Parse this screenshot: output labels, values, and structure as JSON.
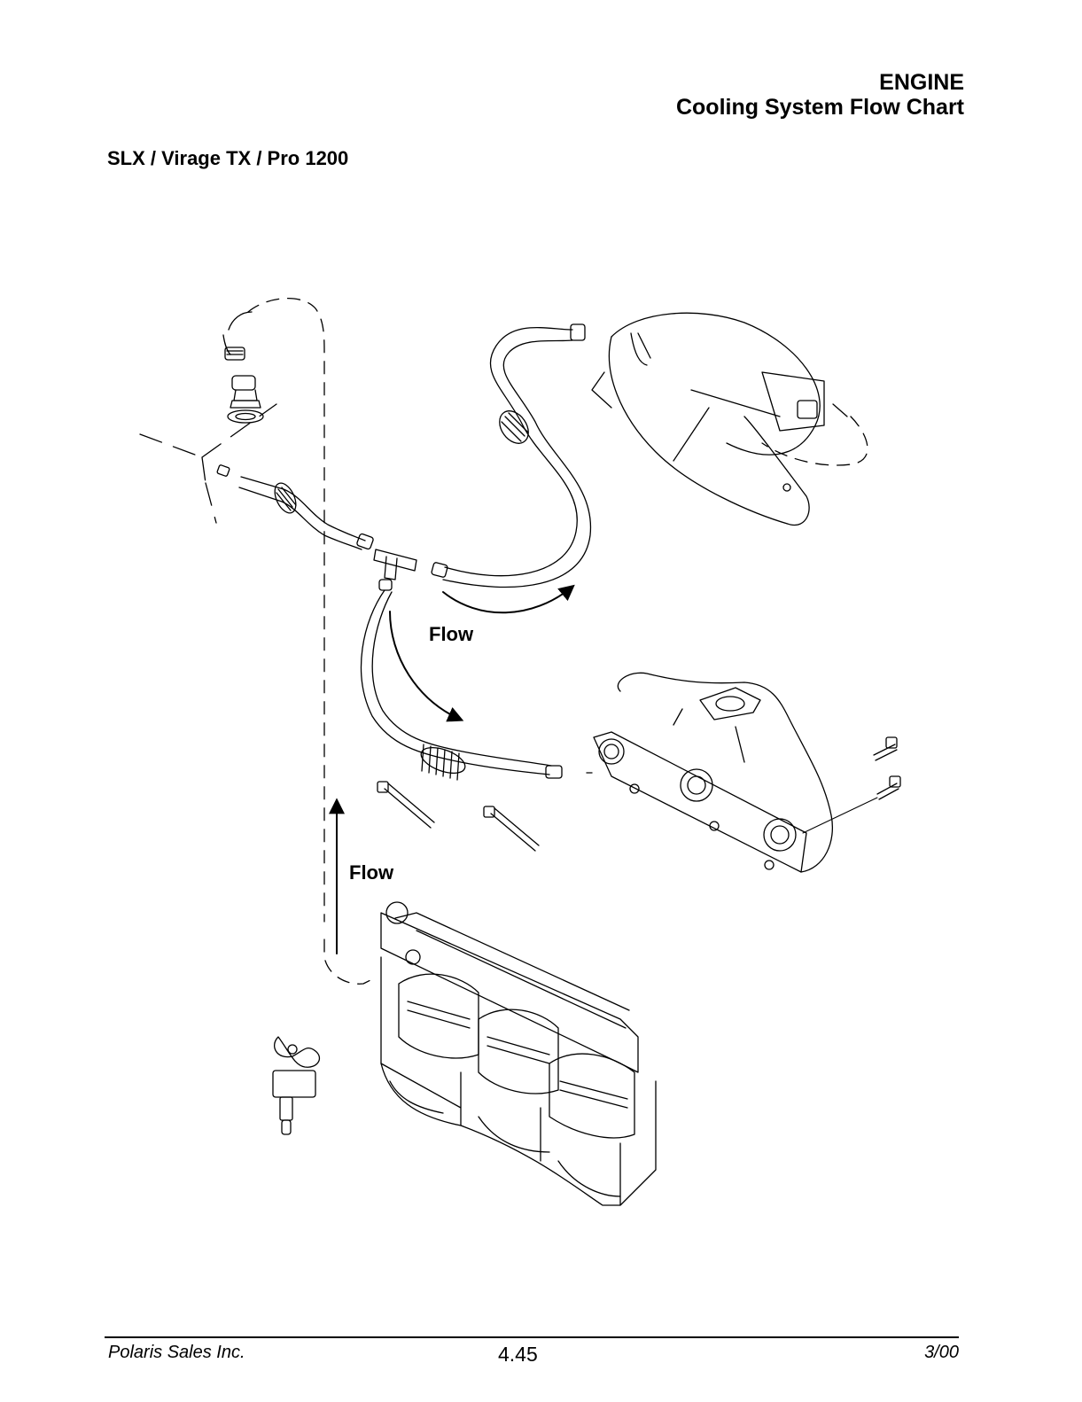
{
  "header": {
    "section": "ENGINE",
    "subtitle": "Cooling System Flow Chart"
  },
  "model": "SLX / Virage TX / Pro 1200",
  "diagram": {
    "flow_label_upper": "Flow",
    "flow_label_lower": "Flow"
  },
  "footer": {
    "company": "Polaris Sales Inc.",
    "page": "4.45",
    "date": "3/00"
  }
}
